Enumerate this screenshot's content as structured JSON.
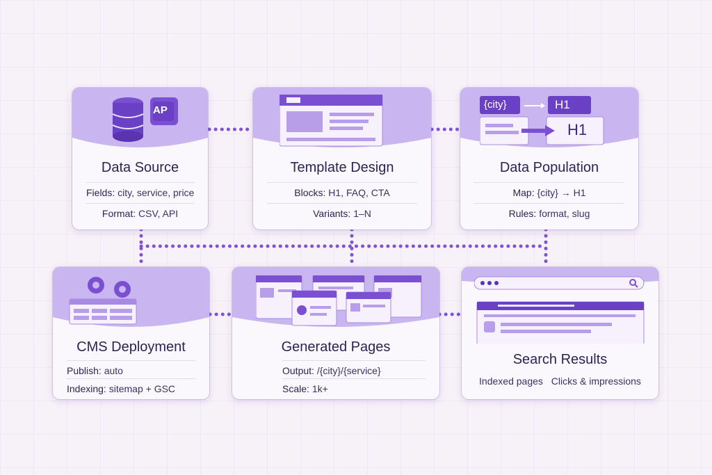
{
  "colors": {
    "card_header": "#c9b5ef",
    "accent": "#7b4fd1",
    "accent_dark": "#5a34b0",
    "connector": "#7f52d6"
  },
  "cards": {
    "data_source": {
      "title": "Data Source",
      "icon_badge": "AP",
      "rows": [
        {
          "label": "Fields:",
          "value": "city, service, price"
        },
        {
          "label": "Format:",
          "value": "CSV, API"
        }
      ]
    },
    "template_design": {
      "title": "Template Design",
      "rows": [
        {
          "label": "Blocks:",
          "value": "H1, FAQ, CTA"
        },
        {
          "label": "Variants:",
          "value": "1–N"
        }
      ]
    },
    "data_population": {
      "title": "Data Population",
      "token": "{city}",
      "heading_tag": "H1",
      "heading_tag_2": "H1",
      "rows": [
        {
          "label": "Map:",
          "value": "{city} → H1"
        },
        {
          "label": "Rules:",
          "value": "format, slug"
        }
      ]
    },
    "cms_deployment": {
      "title": "CMS Deployment",
      "rows": [
        {
          "label": "Publish:",
          "value": "auto"
        },
        {
          "label": "Indexing:",
          "value": "sitemap + GSC"
        }
      ]
    },
    "generated_pages": {
      "title": "Generated Pages",
      "rows": [
        {
          "label": "Output:",
          "value": "/{city}/{service}"
        },
        {
          "label": "Scale:",
          "value": "1k+"
        }
      ]
    },
    "search_results": {
      "title": "Search Results",
      "items": [
        "Indexed pages",
        "Clicks & impressions"
      ]
    }
  }
}
